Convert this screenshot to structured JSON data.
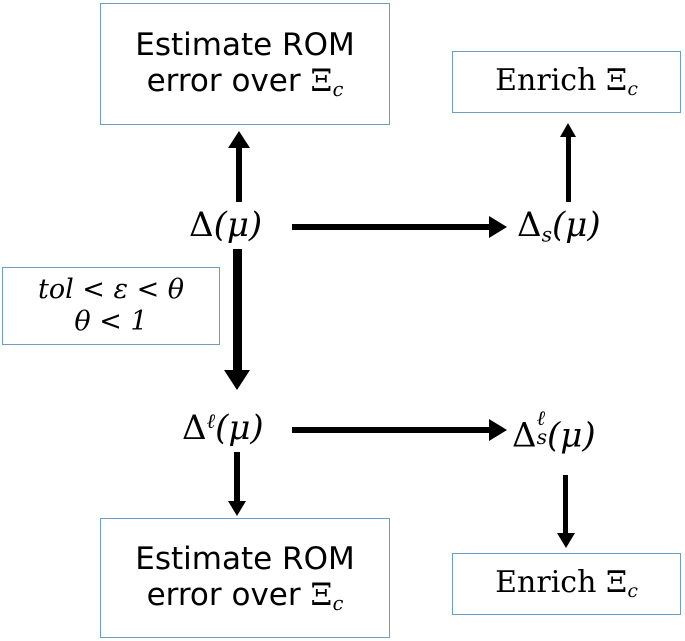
{
  "diagram": {
    "title": "ROM error estimation and enrichment loop",
    "colors": {
      "box_border": "#6f9cc4",
      "arrow": "#000000",
      "background": "#ffffff",
      "text": "#000000"
    },
    "boxes": {
      "top_left": {
        "line1": "Estimate ROM",
        "line2_prefix": "error over ",
        "line2_symbol": "Ξ",
        "line2_subscript": "c"
      },
      "top_right": {
        "line1_prefix": "Enrich ",
        "line1_symbol": "Ξ",
        "line1_subscript": "c"
      },
      "tolerance": {
        "line1": "tol <  ε < θ",
        "line2": "θ < 1"
      },
      "bottom_left": {
        "line1": "Estimate ROM",
        "line2_prefix": "error over ",
        "line2_symbol": "Ξ",
        "line2_subscript": "c"
      },
      "bottom_right": {
        "line1_prefix": "Enrich ",
        "line1_symbol": "Ξ",
        "line1_subscript": "c"
      }
    },
    "nodes": {
      "delta_mu": {
        "symbol": "Δ",
        "args": "(μ)",
        "label": "Δ(μ)"
      },
      "delta_s_mu": {
        "symbol": "Δ",
        "subscript": "s",
        "args": "(μ)",
        "label": "Δ_s(μ)"
      },
      "delta_l_mu": {
        "symbol": "Δ",
        "superscript": "ℓ",
        "args": "(μ)",
        "label": "Δ^ℓ(μ)"
      },
      "delta_s_l_mu": {
        "symbol": "Δ",
        "superscript": "ℓ",
        "subscript": "s",
        "args": "(μ)",
        "label": "Δ_s^ℓ(μ)"
      }
    },
    "arrows": [
      {
        "name": "delta-mu-to-top-left-box",
        "direction": "up",
        "from": "delta_mu",
        "to": "top_left"
      },
      {
        "name": "delta-mu-to-delta-s-mu",
        "direction": "right",
        "from": "delta_mu",
        "to": "delta_s_mu"
      },
      {
        "name": "delta-mu-to-delta-l-mu",
        "direction": "down",
        "from": "delta_mu",
        "to": "delta_l_mu"
      },
      {
        "name": "delta-s-mu-to-top-right-box",
        "direction": "up",
        "from": "delta_s_mu",
        "to": "top_right"
      },
      {
        "name": "delta-l-mu-to-bottom-left-box",
        "direction": "down",
        "from": "delta_l_mu",
        "to": "bottom_left"
      },
      {
        "name": "delta-l-mu-to-delta-s-l-mu",
        "direction": "right",
        "from": "delta_l_mu",
        "to": "delta_s_l_mu"
      },
      {
        "name": "delta-s-l-mu-to-bottom-right-box",
        "direction": "down",
        "from": "delta_s_l_mu",
        "to": "bottom_right"
      }
    ]
  }
}
